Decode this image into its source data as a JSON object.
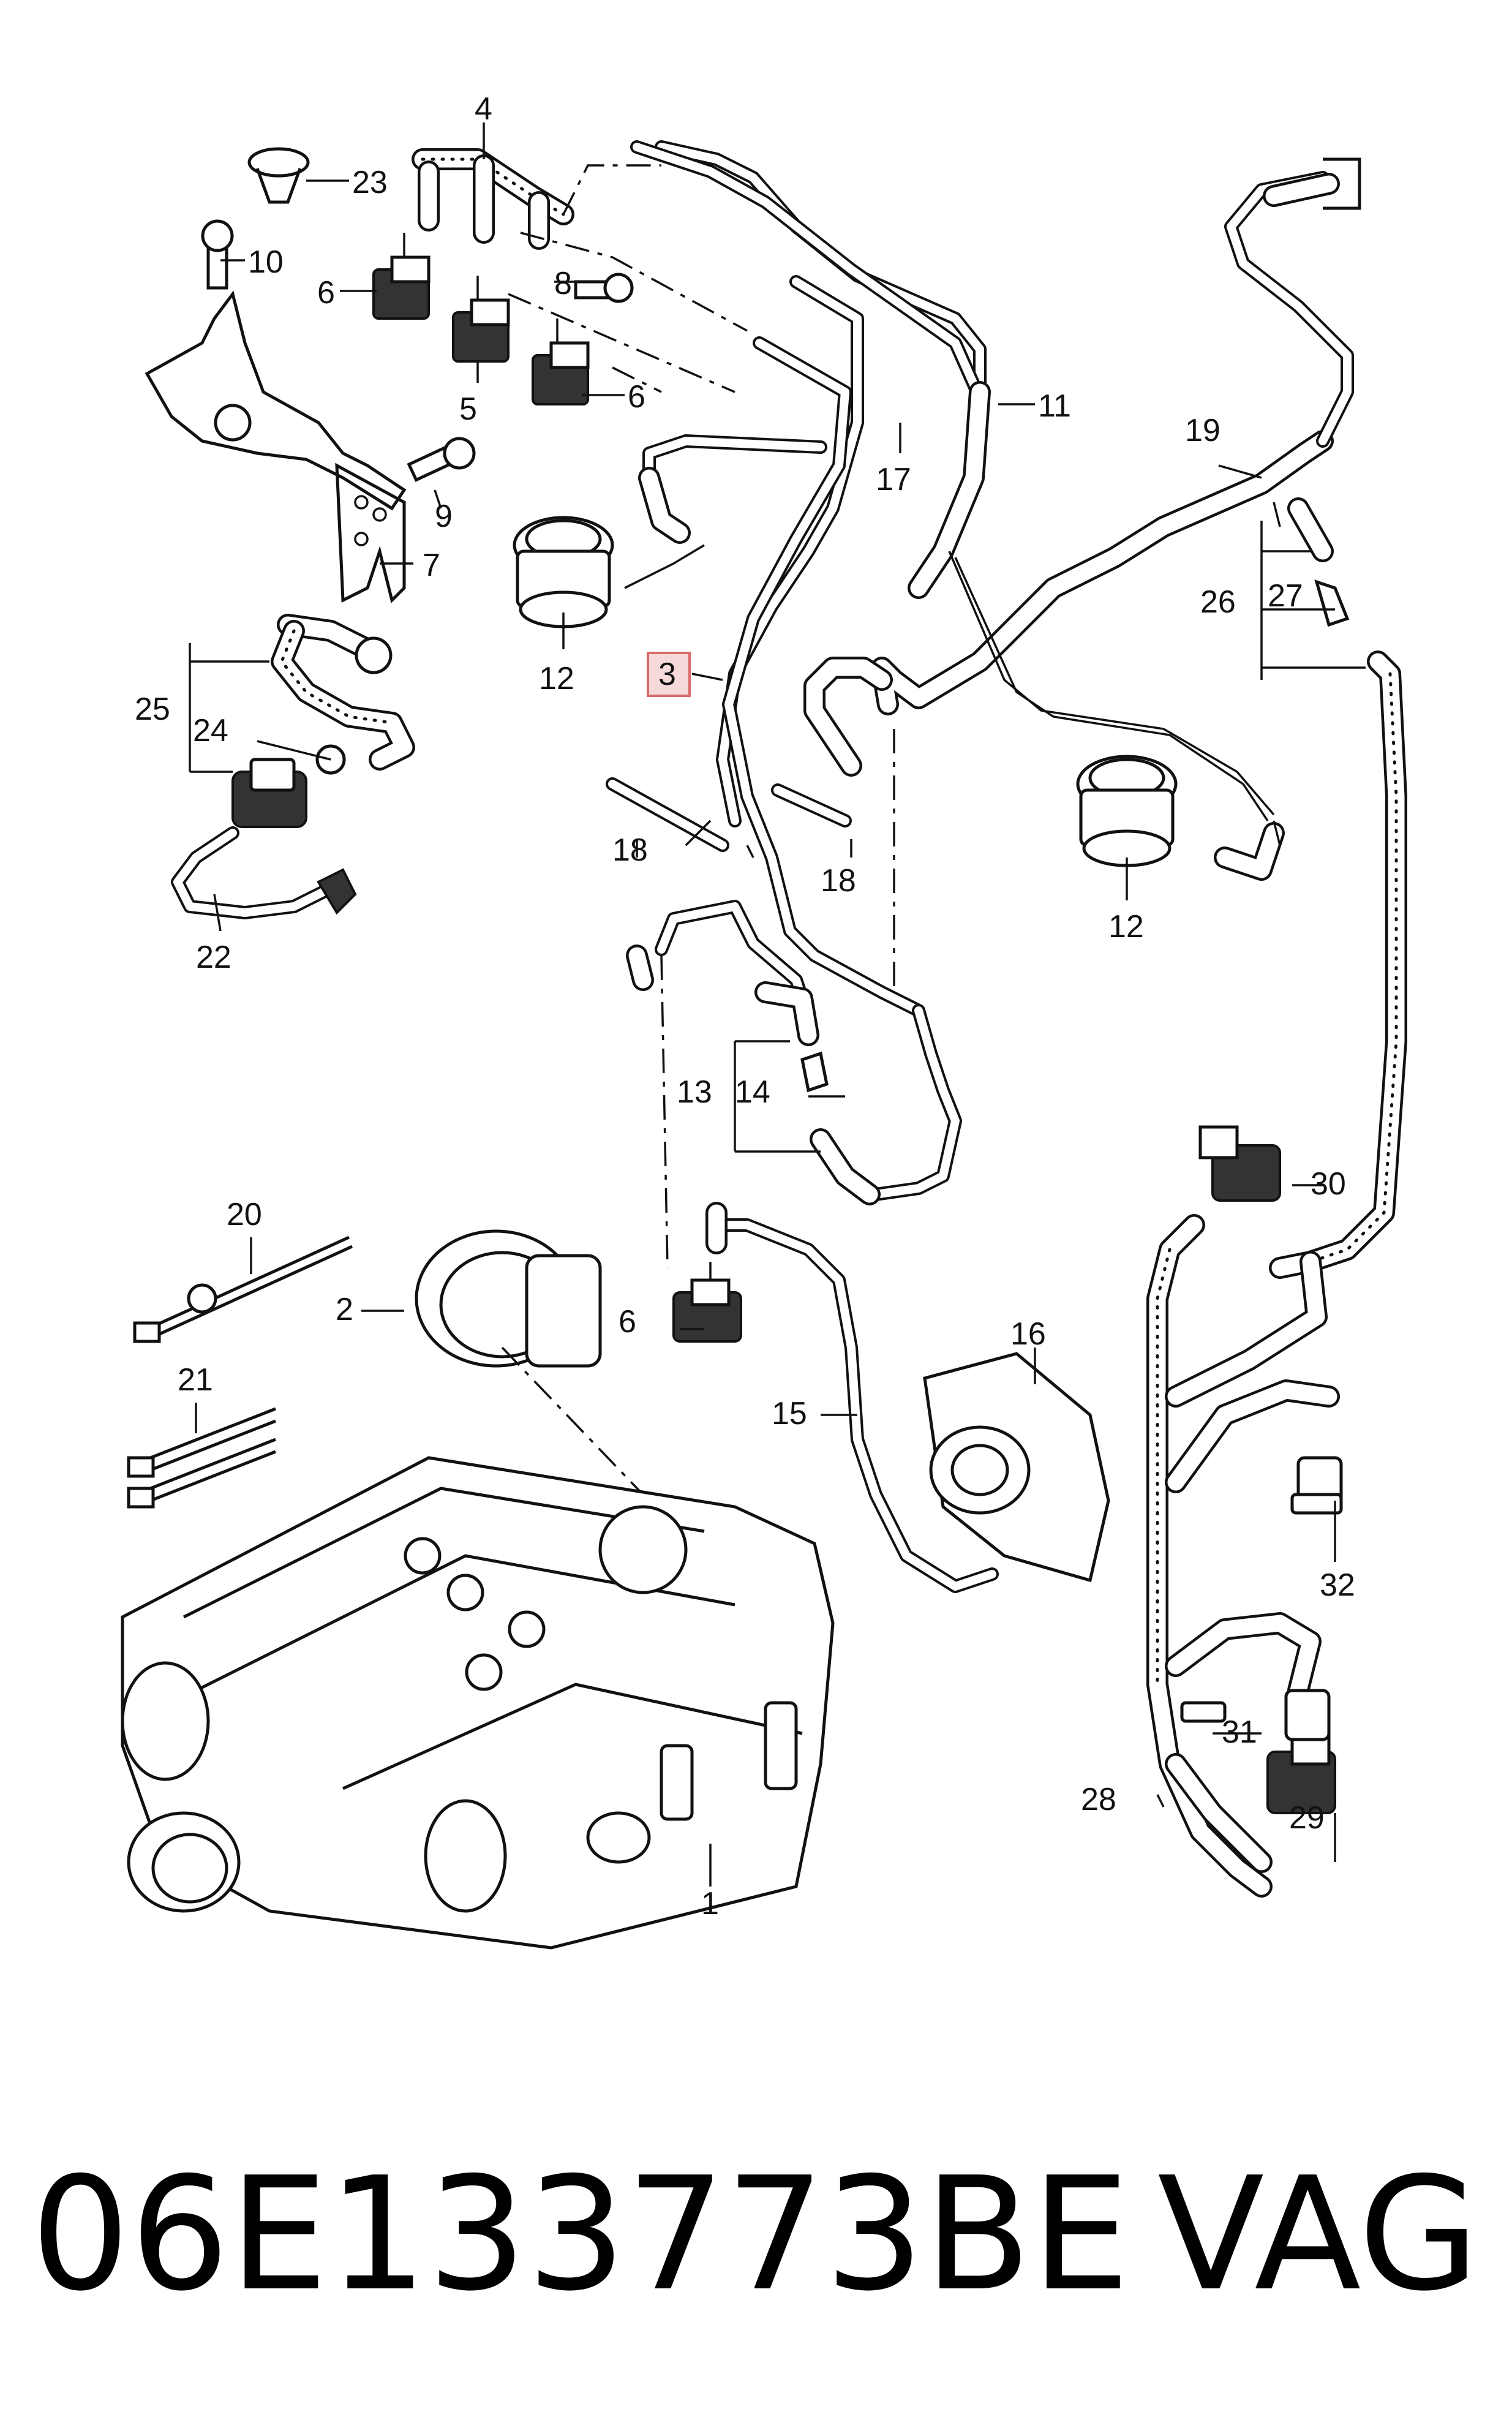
{
  "labels": {
    "l1": "1",
    "l2": "2",
    "l3": "3",
    "l4": "4",
    "l5": "5",
    "l6": "6",
    "l7": "7",
    "l8": "8",
    "l9": "9",
    "l10": "10",
    "l11": "11",
    "l12": "12",
    "l13": "13",
    "l14": "14",
    "l15": "15",
    "l16": "16",
    "l17": "17",
    "l18": "18",
    "l19": "19",
    "l20": "20",
    "l21": "21",
    "l22": "22",
    "l23": "23",
    "l24": "24",
    "l25": "25",
    "l26": "26",
    "l27": "27",
    "l28": "28",
    "l29": "29",
    "l30": "30",
    "l31": "31",
    "l32": "32"
  },
  "highlight_label": "3",
  "highlight_color": "#f6dada",
  "footer": {
    "part_number": "06E133773BE",
    "brand": "VAG"
  }
}
